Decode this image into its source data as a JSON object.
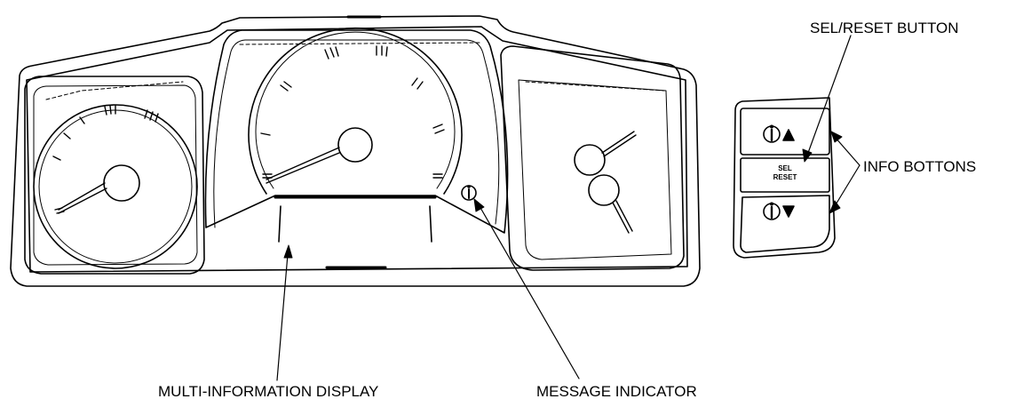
{
  "labels": {
    "sel_reset_button": "SEL/RESET BUTTON",
    "info_buttons": "INFO BOTTONS",
    "multi_information_display": "MULTI-INFORMATION DISPLAY",
    "message_indicator": "MESSAGE INDICATOR"
  },
  "buttons": {
    "sel_line1": "SEL",
    "sel_line2": "RESET"
  },
  "icons": {
    "info_up": "info-up-icon",
    "info_down": "info-down-icon",
    "message_indicator": "info-icon"
  },
  "colors": {
    "ink": "#000000",
    "paper": "#ffffff"
  }
}
